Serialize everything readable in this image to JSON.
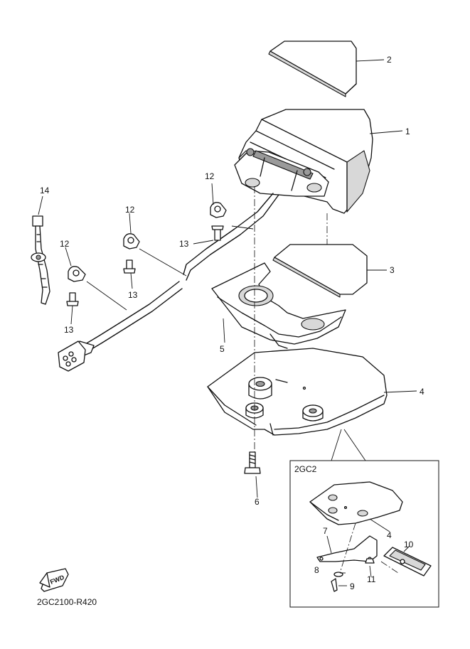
{
  "diagram": {
    "drawing_code": "2GC2100-R420",
    "fwd_label": "FWD",
    "variant_label": "2GC2",
    "callouts": {
      "c1": "1",
      "c2": "2",
      "c3": "3",
      "c4": "4",
      "c5": "5",
      "c6": "6",
      "c12a": "12",
      "c12b": "12",
      "c12c": "12",
      "c13a": "13",
      "c13b": "13",
      "c13c": "13",
      "c14": "14",
      "d4": "4",
      "d7": "7",
      "d8": "8",
      "d9": "9",
      "d10": "10",
      "d11": "11"
    }
  }
}
